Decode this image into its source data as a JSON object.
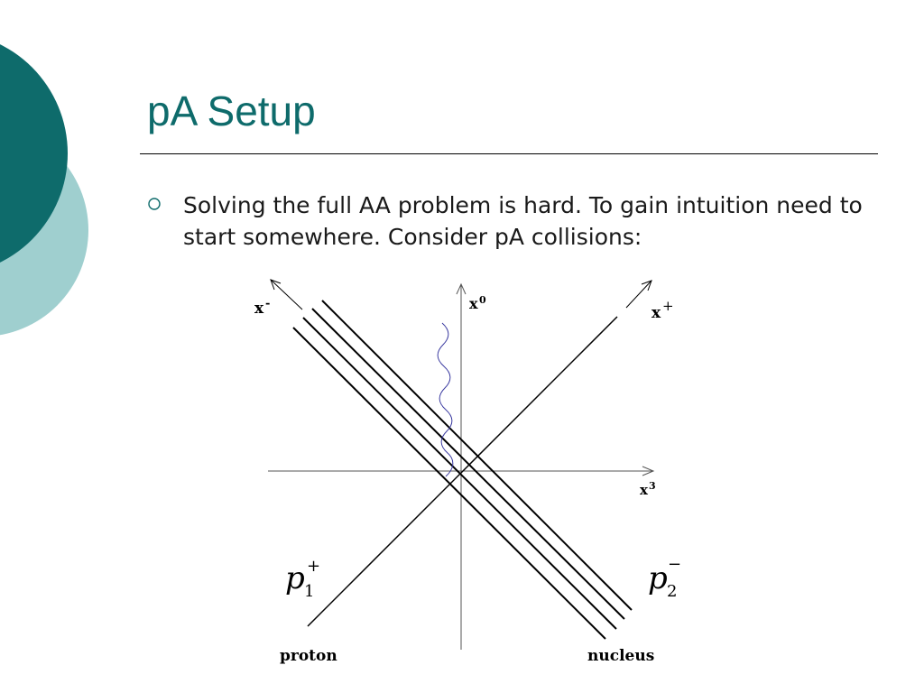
{
  "slide": {
    "title": "pA Setup",
    "bullet_text": "Solving the full AA problem is hard. To gain intuition need to start somewhere. Consider pA collisions:",
    "colors": {
      "title": "#0e6b6b",
      "deco_dark": "#0e6b6b",
      "deco_light": "#9fcfcf"
    }
  },
  "diagram": {
    "axis_x0": "x",
    "axis_x0_sup": "0",
    "axis_xminus": "x",
    "axis_xminus_sup": "-",
    "axis_xplus": "x",
    "axis_xplus_sup": "+",
    "axis_x3": "x",
    "axis_x3_sup": "3",
    "p1_base": "p",
    "p1_sub": "1",
    "p1_sup": "+",
    "p2_base": "p",
    "p2_sub": "2",
    "p2_sup": "−",
    "proton_label": "proton",
    "nucleus_label": "nucleus"
  }
}
